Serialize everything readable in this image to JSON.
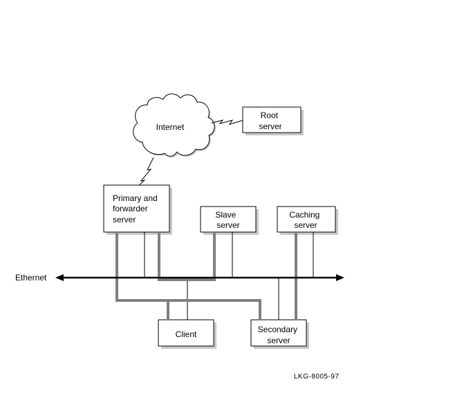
{
  "nodes": {
    "internet": "Internet",
    "root_server": [
      "Root",
      "server"
    ],
    "primary_server": [
      "Primary and",
      "forwarder",
      "server"
    ],
    "slave_server": [
      "Slave",
      "server"
    ],
    "caching_server": [
      "Caching",
      "server"
    ],
    "client": [
      "Client"
    ],
    "secondary_server": [
      "Secondary",
      "server"
    ]
  },
  "network": {
    "label": "Ethernet"
  },
  "figure_id": "LKG-8005-97"
}
